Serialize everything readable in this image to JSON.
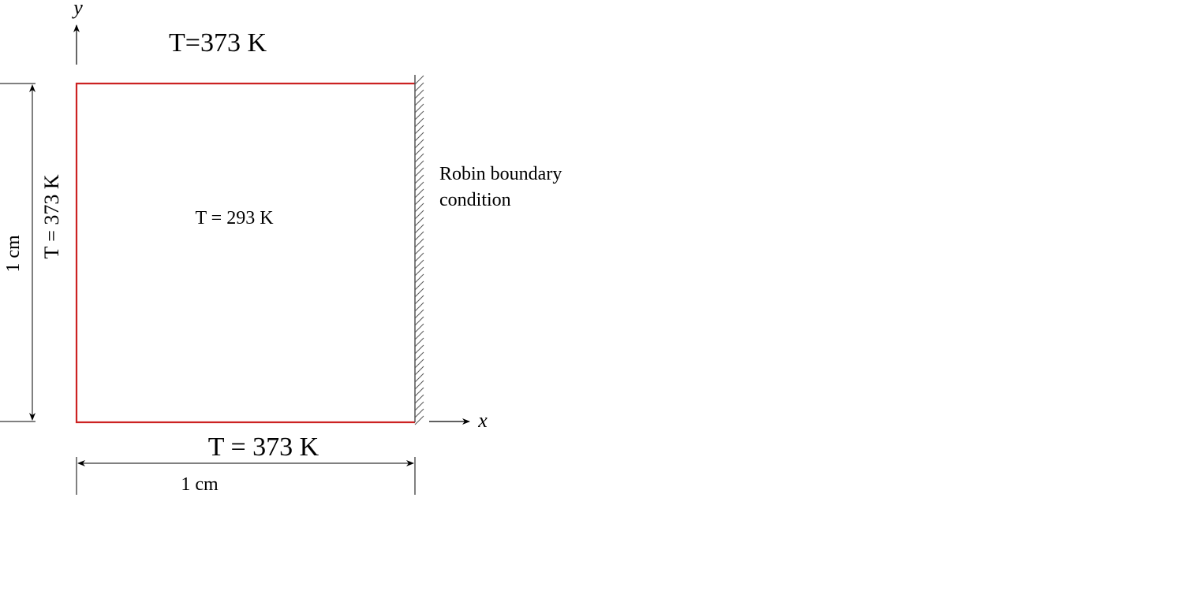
{
  "axes": {
    "x_label": "x",
    "y_label": "y"
  },
  "domain_region": {
    "initial_condition": "T = 293 K"
  },
  "boundaries": {
    "top": "T=373 K",
    "left": "T = 373 K",
    "bottom": "T = 373 K",
    "right": {
      "line1": "Robin boundary",
      "line2": "condition"
    }
  },
  "dimensions": {
    "width": "1 cm",
    "height": "1 cm"
  },
  "colors": {
    "dirichlet_boundary": "#cc2222",
    "robin_boundary": "#555555",
    "ink": "#000000"
  }
}
